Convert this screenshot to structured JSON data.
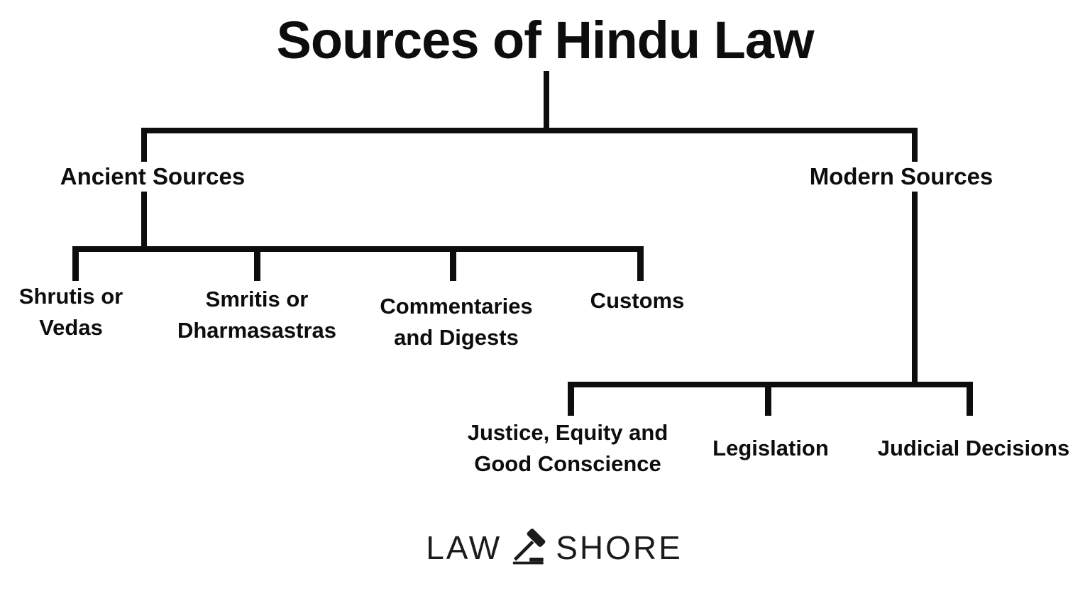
{
  "diagram": {
    "title": "Sources of Hindu Law",
    "ancient": {
      "label": "Ancient Sources",
      "children": [
        {
          "line1": "Shrutis or",
          "line2": "Vedas"
        },
        {
          "line1": "Smritis or",
          "line2": "Dharmasastras"
        },
        {
          "line1": "Commentaries",
          "line2": "and Digests"
        },
        {
          "line1": "Customs",
          "line2": ""
        }
      ]
    },
    "modern": {
      "label": "Modern Sources",
      "children": [
        {
          "line1": "Justice, Equity and",
          "line2": "Good Conscience"
        },
        {
          "line1": "Legislation",
          "line2": ""
        },
        {
          "line1": "Judicial Decisions",
          "line2": ""
        }
      ]
    }
  },
  "logo": {
    "word_left": "LAW",
    "word_right": "SHORE",
    "icon": "gavel-icon"
  },
  "colors": {
    "line": "#0d0d0d",
    "text": "#0d0d0d",
    "background": "#ffffff"
  }
}
